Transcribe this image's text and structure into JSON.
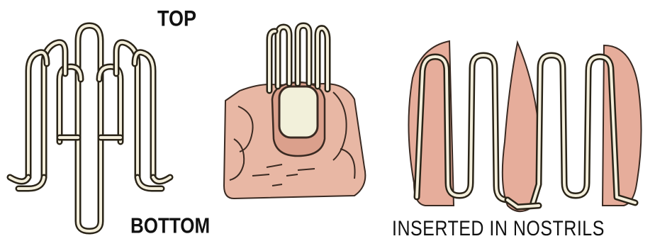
{
  "labels": {
    "top": "TOP",
    "bottom": "BOTTOM",
    "inserted": "INSERTED IN NOSTRILS"
  },
  "colors": {
    "wire_dark": "#2a2418",
    "wire_light": "#f4efdc",
    "skin": "#e8b7a4",
    "skin_shade": "#d89d8a",
    "nail": "#f2f0da",
    "nostril": "#e6ad9b"
  }
}
